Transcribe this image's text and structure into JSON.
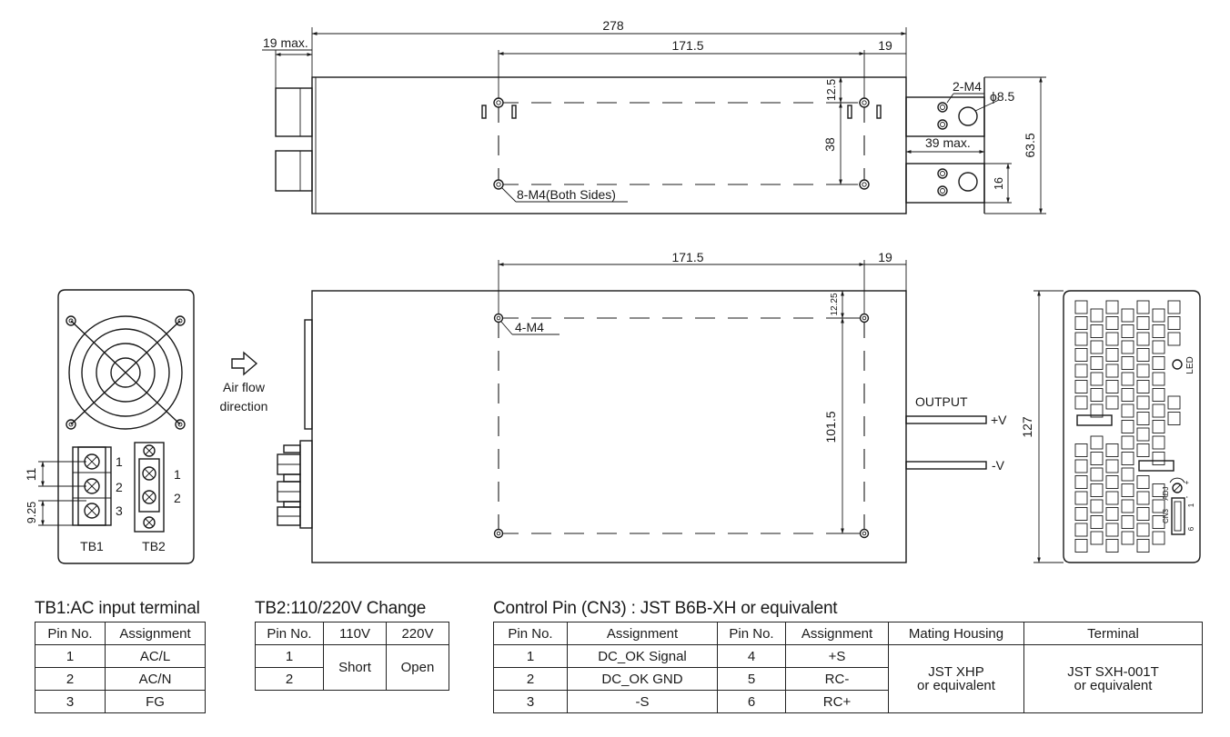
{
  "top_view": {
    "dim_overall": "278",
    "dim_left": "19 max.",
    "dim_holes": "171.5",
    "dim_right": "19",
    "dim_125": "12.5",
    "dim_38": "38",
    "dim_635": "63.5",
    "dim_39max": "39 max.",
    "dim_16": "16",
    "label_2m4": "2-M4",
    "label_phi": "ϕ8.5",
    "label_8m4": "8-M4(Both Sides)"
  },
  "side_view": {
    "dim_holes": "171.5",
    "dim_right": "19",
    "dim_1225": "12.25",
    "dim_1015": "101.5",
    "label_4m4": "4-M4",
    "output_label": "OUTPUT",
    "plus_v": "+V",
    "minus_v": "-V"
  },
  "front_view": {
    "airflow_line1": "Air flow",
    "airflow_line2": "direction",
    "dim_11": "11",
    "dim_925": "9.25",
    "tb1_label": "TB1",
    "tb2_label": "TB2",
    "tb1_pins": [
      "1",
      "2",
      "3"
    ],
    "tb2_pins": [
      "1",
      "2"
    ]
  },
  "rear_view": {
    "dim_127": "127",
    "led_label": "LED",
    "adj_label": "ADJ",
    "cn3_label": "CN3",
    "pin1": "1",
    "pin6": "6",
    "plus": "+",
    "minus": "-"
  },
  "tb1_table": {
    "title": "TB1:AC input terminal",
    "headers": [
      "Pin No.",
      "Assignment"
    ],
    "rows": [
      [
        "1",
        "AC/L"
      ],
      [
        "2",
        "AC/N"
      ],
      [
        "3",
        "FG"
      ]
    ]
  },
  "tb2_table": {
    "title": "TB2:110/220V Change",
    "headers": [
      "Pin No.",
      "110V",
      "220V"
    ],
    "pins": [
      "1",
      "2"
    ],
    "v110": "Short",
    "v220": "Open"
  },
  "cn3_table": {
    "title": "Control Pin (CN3) : JST B6B-XH or equivalent",
    "headers": [
      "Pin No.",
      "Assignment",
      "Pin No.",
      "Assignment",
      "Mating Housing",
      "Terminal"
    ],
    "rows": [
      [
        "1",
        "DC_OK Signal",
        "4",
        "+S"
      ],
      [
        "2",
        "DC_OK GND",
        "5",
        "RC-"
      ],
      [
        "3",
        "-S",
        "6",
        "RC+"
      ]
    ],
    "housing_l1": "JST XHP",
    "housing_l2": "or equivalent",
    "terminal_l1": "JST SXH-001T",
    "terminal_l2": "or equivalent"
  }
}
